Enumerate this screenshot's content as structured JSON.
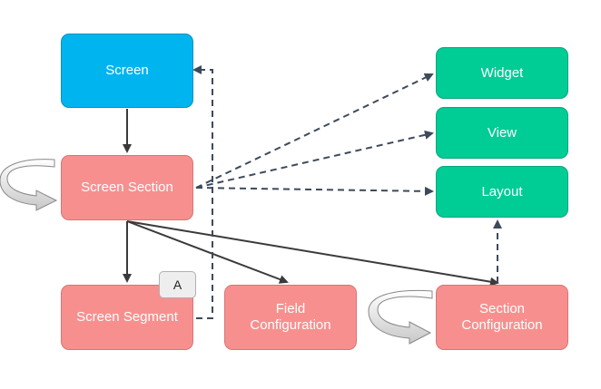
{
  "diagram": {
    "nodes": {
      "screen": "Screen",
      "screen_section": "Screen Section",
      "screen_segment": "Screen Segment",
      "field_configuration": "Field\nConfiguration",
      "section_configuration": "Section\nConfiguration",
      "widget": "Widget",
      "view": "View",
      "layout": "Layout"
    },
    "badge": "A",
    "colors": {
      "screen_node": "#00b4f0",
      "section_nodes": "#f88f8f",
      "render_nodes": "#00cc96",
      "arrow": "#3a3a3a",
      "dashed_arrow": "#3d4a5c"
    }
  }
}
